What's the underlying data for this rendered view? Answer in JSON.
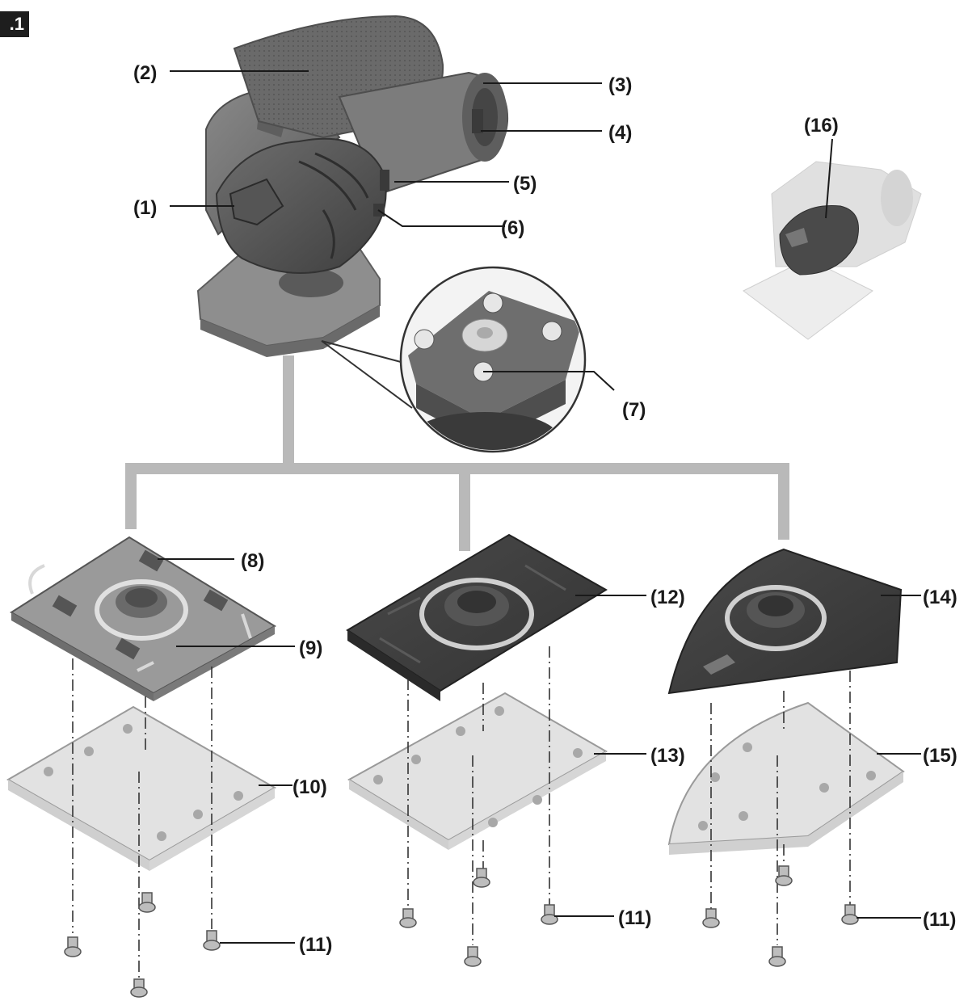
{
  "figure": {
    "tag": ".1",
    "callouts": {
      "c1": "(1)",
      "c2": "(2)",
      "c3": "(3)",
      "c4": "(4)",
      "c5": "(5)",
      "c6": "(6)",
      "c7": "(7)",
      "c8": "(8)",
      "c9": "(9)",
      "c10": "(10)",
      "c11a": "(11)",
      "c11b": "(11)",
      "c11c": "(11)",
      "c12": "(12)",
      "c13": "(13)",
      "c14": "(14)",
      "c15": "(15)",
      "c16": "(16)"
    }
  },
  "colors": {
    "body_dark": "#6c6c6c",
    "body_mid": "#8e8e8e",
    "plate_light": "#c9c9c9",
    "pad_light": "#e2e2e2",
    "connector": "#b9b9b9",
    "text": "#1a1a1a"
  }
}
